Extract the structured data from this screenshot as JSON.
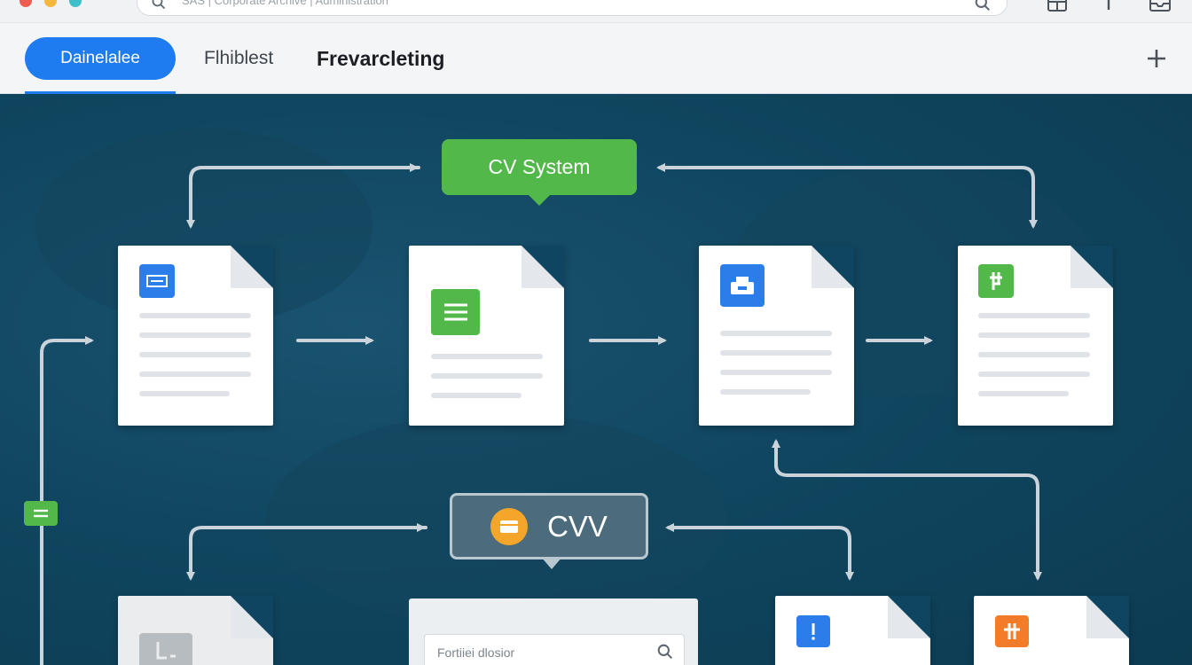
{
  "browser": {
    "address_text": "SAS | Corporate Archive | Administration",
    "dot_colors": [
      "#ee5b4f",
      "#f5b73b",
      "#3fc0c9"
    ],
    "icons": [
      "search-icon",
      "search-icon",
      "grid-icon",
      "pin-icon",
      "inbox-icon"
    ]
  },
  "tabs": {
    "active_label": "Dainelalee",
    "second_label": "Flhiblest",
    "third_label": "Frevarcleting",
    "add_icon": "plus-icon"
  },
  "diagram": {
    "top_callout_label": "CV System",
    "bottom_callout_label": "CVV",
    "search_placeholder": "Fortiiei dlosior",
    "colors": {
      "background": "#0f3f56",
      "green": "#52b84a",
      "blue": "#1e7cf0",
      "orange": "#f4a62a",
      "arrow": "#c9d3d9"
    },
    "documents": [
      {
        "name": "doc-1",
        "badge_icon": "window-icon",
        "badge_color": "#2b7de9"
      },
      {
        "name": "doc-2",
        "badge_icon": "list-icon",
        "badge_color": "#52b84a"
      },
      {
        "name": "doc-3",
        "badge_icon": "printer-icon",
        "badge_color": "#2b7de9"
      },
      {
        "name": "doc-4",
        "badge_icon": "p-icon",
        "badge_color": "#52b84a"
      },
      {
        "name": "doc-5",
        "badge_icon": "l-icon",
        "badge_color": "#9ea3a8"
      },
      {
        "name": "doc-6",
        "badge_icon": "alert-icon",
        "badge_color": "#2b7de9"
      },
      {
        "name": "doc-7",
        "badge_icon": "hash-icon",
        "badge_color": "#f27c2a"
      }
    ]
  }
}
